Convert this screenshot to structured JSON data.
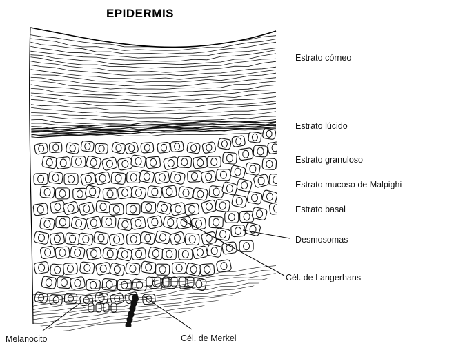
{
  "title": "EPIDERMIS",
  "labels": {
    "corneo": "Estrato córneo",
    "lucido": "Estrato lúcido",
    "granuloso": "Estrato granuloso",
    "mucoso": "Estrato mucoso de Malpighi",
    "basal": "Estrato basal",
    "desmosomas": "Desmosomas",
    "langerhans": "Cél. de Langerhans",
    "melanocito": "Melanocito",
    "merkel": "Cél. de Merkel"
  },
  "colors": {
    "ink": "#111111",
    "background": "#ffffff"
  }
}
